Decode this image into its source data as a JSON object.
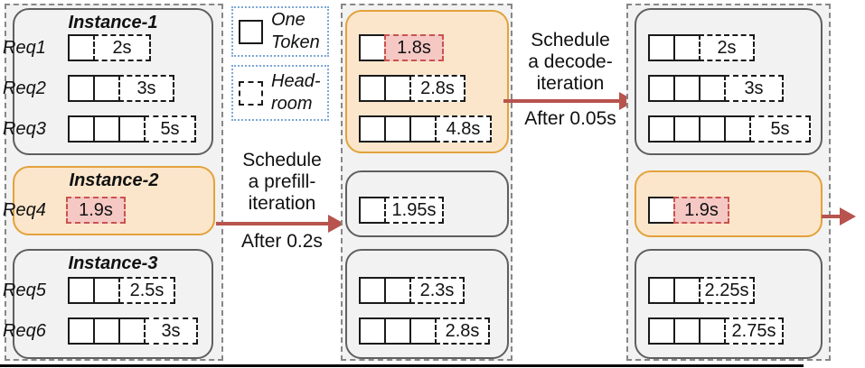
{
  "legend": {
    "one_token": "One\nToken",
    "headroom": "Head-\nroom"
  },
  "transitions": [
    {
      "label": "Schedule\na prefill-\niteration",
      "after": "After 0.2s"
    },
    {
      "label": "Schedule\na decode-\niteration",
      "after": "After 0.05s"
    }
  ],
  "panels": [
    {
      "instances": [
        {
          "title": "Instance-1",
          "rows": [
            {
              "label": "Req1",
              "tokens": 1,
              "headroom": "2s"
            },
            {
              "label": "Req2",
              "tokens": 2,
              "headroom": "3s"
            },
            {
              "label": "Req3",
              "tokens": 3,
              "headroom": "5s"
            }
          ]
        },
        {
          "title": "Instance-2",
          "rows": [
            {
              "label": "Req4",
              "tokens": 0,
              "headroom": "1.9s"
            }
          ]
        },
        {
          "title": "Instance-3",
          "rows": [
            {
              "label": "Req5",
              "tokens": 2,
              "headroom": "2.5s"
            },
            {
              "label": "Req6",
              "tokens": 3,
              "headroom": "3s"
            }
          ]
        }
      ]
    },
    {
      "instances": [
        {
          "rows": [
            {
              "tokens": 1,
              "headroom": "1.8s"
            },
            {
              "tokens": 2,
              "headroom": "2.8s"
            },
            {
              "tokens": 3,
              "headroom": "4.8s"
            }
          ]
        },
        {
          "rows": [
            {
              "tokens": 1,
              "headroom": "1.95s"
            }
          ]
        },
        {
          "rows": [
            {
              "tokens": 2,
              "headroom": "2.3s"
            },
            {
              "tokens": 3,
              "headroom": "2.8s"
            }
          ]
        }
      ]
    },
    {
      "instances": [
        {
          "rows": [
            {
              "tokens": 2,
              "headroom": "2s"
            },
            {
              "tokens": 3,
              "headroom": "3s"
            },
            {
              "tokens": 4,
              "headroom": "5s"
            }
          ]
        },
        {
          "rows": [
            {
              "tokens": 1,
              "headroom": "1.9s"
            }
          ]
        },
        {
          "rows": [
            {
              "tokens": 2,
              "headroom": "2.25s"
            },
            {
              "tokens": 3,
              "headroom": "2.75s"
            }
          ]
        }
      ]
    }
  ],
  "colors": {
    "panel_bg": "#f2f2f2",
    "instance_border": "#5f5f5f",
    "highlight_fill": "#fce6cb",
    "highlight_border": "#e3a23b",
    "pink_fill": "#f5c8c4",
    "pink_border": "#c9534f",
    "token_border": "#1a1a1a",
    "legend_border": "#7da7d8",
    "arrow": "#b8534e"
  }
}
